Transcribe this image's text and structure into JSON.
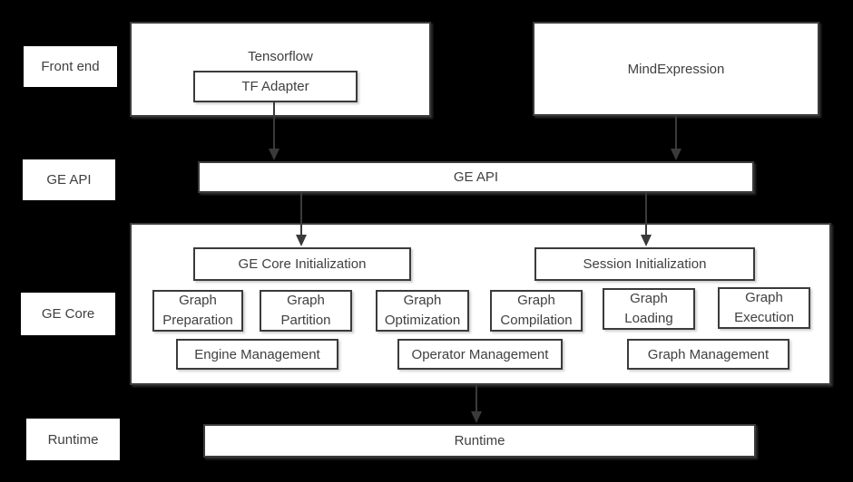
{
  "colors": {
    "page_background": "#000000",
    "box_fill": "#ffffff",
    "box_border": "#3b3b3b",
    "text": "#404040",
    "arrow": "#3a3a3a"
  },
  "side_labels": [
    {
      "label": "Front end"
    },
    {
      "label": "GE API"
    },
    {
      "label": "GE Core"
    },
    {
      "label": "Runtime"
    }
  ],
  "front_end": {
    "tensorflow_label": "Tensorflow",
    "tf_adapter_label": "TF Adapter",
    "mindexpression_label": "MindExpression"
  },
  "ge_api": {
    "label": "GE API"
  },
  "ge_core": {
    "init_boxes": [
      {
        "label": "GE Core Initialization"
      },
      {
        "label": "Session Initialization"
      }
    ],
    "function_boxes": [
      {
        "line1": "Graph",
        "line2": "Preparation"
      },
      {
        "line1": "Graph",
        "line2": "Partition"
      },
      {
        "line1": "Graph",
        "line2": "Optimization"
      },
      {
        "line1": "Graph",
        "line2": "Compilation"
      },
      {
        "line1": "Graph",
        "line2": "Loading"
      },
      {
        "line1": "Graph",
        "line2": "Execution"
      }
    ],
    "management_boxes": [
      {
        "label": "Engine Management"
      },
      {
        "label": "Operator Management"
      },
      {
        "label": "Graph Management"
      }
    ]
  },
  "runtime": {
    "label": "Runtime"
  }
}
